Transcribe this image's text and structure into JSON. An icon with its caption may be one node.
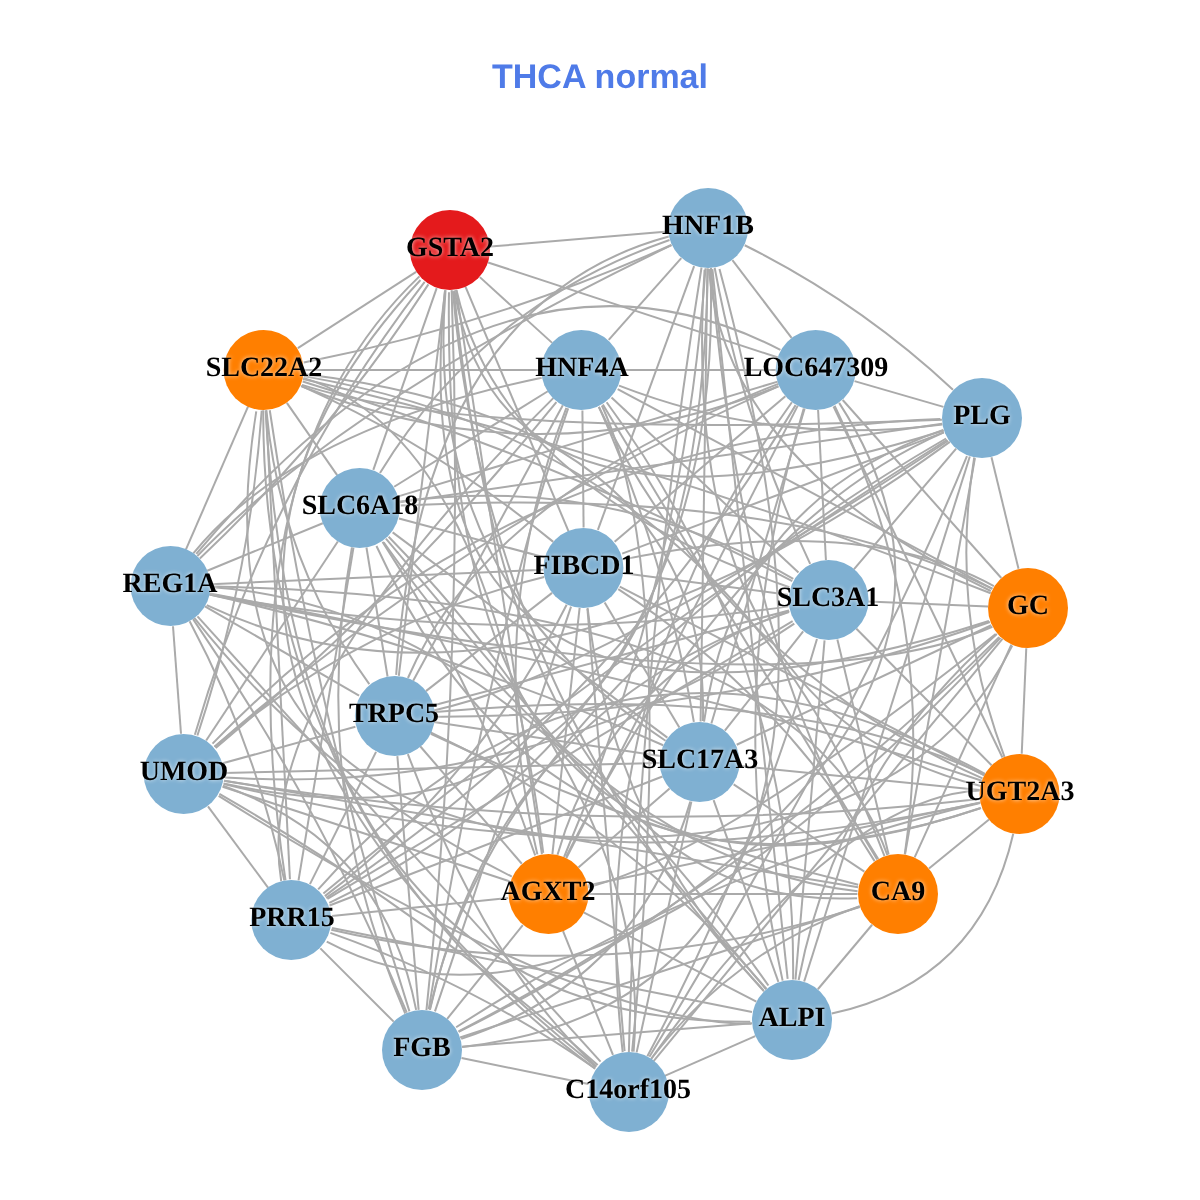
{
  "diagram": {
    "title": "THCA normal",
    "nodes": [
      {
        "text": [
          "GSTA2"
        ]
      },
      {
        "text": [
          "HNF1B"
        ]
      },
      {
        "text": [
          "SLC22A2"
        ]
      },
      {
        "text": [
          "HNF4A"
        ]
      },
      {
        "text": [
          "LOC647309"
        ]
      },
      {
        "text": [
          "PLG"
        ]
      },
      {
        "text": [
          "SLC6A18"
        ]
      },
      {
        "text": [
          "REG1A"
        ]
      },
      {
        "text": [
          "FIBCD1"
        ]
      },
      {
        "text": [
          "SLC3A1"
        ]
      },
      {
        "text": [
          "GC"
        ]
      },
      {
        "text": [
          "TRPC5"
        ]
      },
      {
        "text": [
          "UMOD"
        ]
      },
      {
        "text": [
          "SLC17A3"
        ]
      },
      {
        "text": [
          "UGT2A3"
        ]
      },
      {
        "text": [
          "PRR15"
        ]
      },
      {
        "text": [
          "AGXT2"
        ]
      },
      {
        "text": [
          "CA9"
        ]
      },
      {
        "text": [
          "ALPI"
        ]
      },
      {
        "text": [
          "FGB"
        ]
      },
      {
        "text": [
          "C14orf105"
        ]
      }
    ],
    "edges": [
      {
        "from": 0,
        "to": 1,
        "arrow": "none"
      },
      {
        "from": 0,
        "to": 2,
        "arrow": "none"
      },
      {
        "from": 0,
        "to": 3,
        "arrow": "none"
      },
      {
        "from": 0,
        "to": 4,
        "arrow": "none"
      },
      {
        "from": 0,
        "to": 5,
        "arrow": "none"
      },
      {
        "from": 0,
        "to": 6,
        "arrow": "none"
      },
      {
        "from": 0,
        "to": 7,
        "arrow": "none"
      },
      {
        "from": 0,
        "to": 8,
        "arrow": "none"
      },
      {
        "from": 0,
        "to": 9,
        "arrow": "none"
      },
      {
        "from": 0,
        "to": 10,
        "arrow": "none"
      },
      {
        "from": 0,
        "to": 11,
        "arrow": "none"
      },
      {
        "from": 0,
        "to": 12,
        "arrow": "none"
      },
      {
        "from": 0,
        "to": 13,
        "arrow": "none"
      },
      {
        "from": 0,
        "to": 14,
        "arrow": "none"
      },
      {
        "from": 0,
        "to": 15,
        "arrow": "none"
      },
      {
        "from": 0,
        "to": 16,
        "arrow": "none"
      },
      {
        "from": 0,
        "to": 17,
        "arrow": "none"
      },
      {
        "from": 0,
        "to": 18,
        "arrow": "none"
      },
      {
        "from": 0,
        "to": 19,
        "arrow": "none"
      },
      {
        "from": 0,
        "to": 20,
        "arrow": "none"
      },
      {
        "from": 1,
        "to": 2,
        "arrow": "none"
      },
      {
        "from": 1,
        "to": 3,
        "arrow": "none"
      },
      {
        "from": 1,
        "to": 4,
        "arrow": "none"
      },
      {
        "from": 1,
        "to": 5,
        "arrow": "none"
      },
      {
        "from": 1,
        "to": 6,
        "arrow": "none"
      },
      {
        "from": 1,
        "to": 7,
        "arrow": "none"
      },
      {
        "from": 1,
        "to": 8,
        "arrow": "none"
      },
      {
        "from": 1,
        "to": 9,
        "arrow": "none"
      },
      {
        "from": 1,
        "to": 10,
        "arrow": "none"
      },
      {
        "from": 1,
        "to": 11,
        "arrow": "none"
      },
      {
        "from": 1,
        "to": 12,
        "arrow": "none"
      },
      {
        "from": 1,
        "to": 13,
        "arrow": "none"
      },
      {
        "from": 1,
        "to": 14,
        "arrow": "none"
      },
      {
        "from": 1,
        "to": 15,
        "arrow": "none"
      },
      {
        "from": 1,
        "to": 16,
        "arrow": "none"
      },
      {
        "from": 1,
        "to": 17,
        "arrow": "none"
      },
      {
        "from": 1,
        "to": 18,
        "arrow": "none"
      },
      {
        "from": 1,
        "to": 19,
        "arrow": "none"
      },
      {
        "from": 1,
        "to": 20,
        "arrow": "none"
      },
      {
        "from": 2,
        "to": 3,
        "arrow": "none"
      },
      {
        "from": 2,
        "to": 4,
        "arrow": "none"
      },
      {
        "from": 2,
        "to": 5,
        "arrow": "none"
      },
      {
        "from": 2,
        "to": 6,
        "arrow": "none"
      },
      {
        "from": 2,
        "to": 7,
        "arrow": "none"
      },
      {
        "from": 2,
        "to": 8,
        "arrow": "none"
      },
      {
        "from": 2,
        "to": 9,
        "arrow": "none"
      },
      {
        "from": 2,
        "to": 10,
        "arrow": "none"
      },
      {
        "from": 2,
        "to": 11,
        "arrow": "none"
      },
      {
        "from": 2,
        "to": 12,
        "arrow": "none"
      },
      {
        "from": 2,
        "to": 13,
        "arrow": "none"
      },
      {
        "from": 2,
        "to": 14,
        "arrow": "none"
      },
      {
        "from": 2,
        "to": 15,
        "arrow": "none"
      },
      {
        "from": 2,
        "to": 16,
        "arrow": "none"
      },
      {
        "from": 2,
        "to": 17,
        "arrow": "none"
      },
      {
        "from": 2,
        "to": 18,
        "arrow": "none"
      },
      {
        "from": 2,
        "to": 19,
        "arrow": "none"
      },
      {
        "from": 2,
        "to": 20,
        "arrow": "none"
      },
      {
        "from": 3,
        "to": 4,
        "arrow": "none"
      },
      {
        "from": 3,
        "to": 5,
        "arrow": "none"
      },
      {
        "from": 3,
        "to": 6,
        "arrow": "none"
      },
      {
        "from": 3,
        "to": 7,
        "arrow": "none"
      },
      {
        "from": 3,
        "to": 8,
        "arrow": "none"
      },
      {
        "from": 3,
        "to": 9,
        "arrow": "none"
      },
      {
        "from": 3,
        "to": 10,
        "arrow": "none"
      },
      {
        "from": 3,
        "to": 11,
        "arrow": "none"
      },
      {
        "from": 3,
        "to": 12,
        "arrow": "none"
      },
      {
        "from": 3,
        "to": 13,
        "arrow": "none"
      },
      {
        "from": 3,
        "to": 14,
        "arrow": "none"
      },
      {
        "from": 3,
        "to": 15,
        "arrow": "none"
      },
      {
        "from": 3,
        "to": 16,
        "arrow": "none"
      },
      {
        "from": 3,
        "to": 17,
        "arrow": "none"
      },
      {
        "from": 3,
        "to": 18,
        "arrow": "none"
      },
      {
        "from": 3,
        "to": 19,
        "arrow": "none"
      },
      {
        "from": 3,
        "to": 20,
        "arrow": "none"
      },
      {
        "from": 4,
        "to": 5,
        "arrow": "none"
      },
      {
        "from": 4,
        "to": 6,
        "arrow": "none"
      },
      {
        "from": 4,
        "to": 7,
        "arrow": "none"
      },
      {
        "from": 4,
        "to": 8,
        "arrow": "none"
      },
      {
        "from": 4,
        "to": 9,
        "arrow": "none"
      },
      {
        "from": 4,
        "to": 10,
        "arrow": "none"
      },
      {
        "from": 4,
        "to": 11,
        "arrow": "none"
      },
      {
        "from": 4,
        "to": 12,
        "arrow": "none"
      },
      {
        "from": 4,
        "to": 13,
        "arrow": "none"
      },
      {
        "from": 4,
        "to": 14,
        "arrow": "none"
      },
      {
        "from": 4,
        "to": 15,
        "arrow": "none"
      },
      {
        "from": 4,
        "to": 16,
        "arrow": "none"
      },
      {
        "from": 4,
        "to": 17,
        "arrow": "none"
      },
      {
        "from": 4,
        "to": 18,
        "arrow": "none"
      },
      {
        "from": 4,
        "to": 19,
        "arrow": "none"
      },
      {
        "from": 4,
        "to": 20,
        "arrow": "none"
      },
      {
        "from": 5,
        "to": 6,
        "arrow": "none"
      },
      {
        "from": 5,
        "to": 7,
        "arrow": "none"
      },
      {
        "from": 5,
        "to": 8,
        "arrow": "none"
      },
      {
        "from": 5,
        "to": 9,
        "arrow": "none"
      },
      {
        "from": 5,
        "to": 10,
        "arrow": "none"
      },
      {
        "from": 5,
        "to": 11,
        "arrow": "none"
      },
      {
        "from": 5,
        "to": 12,
        "arrow": "none"
      },
      {
        "from": 5,
        "to": 13,
        "arrow": "none"
      },
      {
        "from": 5,
        "to": 14,
        "arrow": "none"
      },
      {
        "from": 5,
        "to": 15,
        "arrow": "none"
      },
      {
        "from": 5,
        "to": 16,
        "arrow": "none"
      },
      {
        "from": 5,
        "to": 17,
        "arrow": "none"
      },
      {
        "from": 5,
        "to": 18,
        "arrow": "none"
      },
      {
        "from": 5,
        "to": 19,
        "arrow": "none"
      },
      {
        "from": 5,
        "to": 20,
        "arrow": "none"
      },
      {
        "from": 6,
        "to": 7,
        "arrow": "none"
      },
      {
        "from": 6,
        "to": 8,
        "arrow": "none"
      },
      {
        "from": 6,
        "to": 9,
        "arrow": "none"
      },
      {
        "from": 6,
        "to": 10,
        "arrow": "none"
      },
      {
        "from": 6,
        "to": 11,
        "arrow": "none"
      },
      {
        "from": 6,
        "to": 12,
        "arrow": "none"
      },
      {
        "from": 6,
        "to": 13,
        "arrow": "none"
      },
      {
        "from": 6,
        "to": 14,
        "arrow": "none"
      },
      {
        "from": 6,
        "to": 15,
        "arrow": "none"
      },
      {
        "from": 6,
        "to": 16,
        "arrow": "none"
      },
      {
        "from": 6,
        "to": 17,
        "arrow": "none"
      },
      {
        "from": 6,
        "to": 18,
        "arrow": "none"
      },
      {
        "from": 6,
        "to": 19,
        "arrow": "none"
      },
      {
        "from": 6,
        "to": 20,
        "arrow": "none"
      },
      {
        "from": 7,
        "to": 8,
        "arrow": "none"
      },
      {
        "from": 7,
        "to": 9,
        "arrow": "none"
      },
      {
        "from": 7,
        "to": 10,
        "arrow": "none"
      },
      {
        "from": 7,
        "to": 11,
        "arrow": "none"
      },
      {
        "from": 7,
        "to": 12,
        "arrow": "none"
      },
      {
        "from": 7,
        "to": 13,
        "arrow": "none"
      },
      {
        "from": 7,
        "to": 14,
        "arrow": "none"
      },
      {
        "from": 7,
        "to": 15,
        "arrow": "none"
      },
      {
        "from": 7,
        "to": 16,
        "arrow": "none"
      },
      {
        "from": 7,
        "to": 17,
        "arrow": "none"
      },
      {
        "from": 7,
        "to": 18,
        "arrow": "none"
      },
      {
        "from": 7,
        "to": 19,
        "arrow": "none"
      },
      {
        "from": 7,
        "to": 20,
        "arrow": "none"
      },
      {
        "from": 8,
        "to": 9,
        "arrow": "none"
      },
      {
        "from": 8,
        "to": 10,
        "arrow": "none"
      },
      {
        "from": 8,
        "to": 11,
        "arrow": "none"
      },
      {
        "from": 8,
        "to": 12,
        "arrow": "none"
      },
      {
        "from": 8,
        "to": 13,
        "arrow": "none"
      },
      {
        "from": 8,
        "to": 14,
        "arrow": "none"
      },
      {
        "from": 8,
        "to": 15,
        "arrow": "none"
      },
      {
        "from": 8,
        "to": 16,
        "arrow": "none"
      },
      {
        "from": 8,
        "to": 17,
        "arrow": "none"
      },
      {
        "from": 8,
        "to": 18,
        "arrow": "none"
      },
      {
        "from": 8,
        "to": 19,
        "arrow": "none"
      },
      {
        "from": 8,
        "to": 20,
        "arrow": "none"
      },
      {
        "from": 9,
        "to": 10,
        "arrow": "none"
      },
      {
        "from": 9,
        "to": 11,
        "arrow": "none"
      },
      {
        "from": 9,
        "to": 12,
        "arrow": "none"
      },
      {
        "from": 9,
        "to": 13,
        "arrow": "none"
      },
      {
        "from": 9,
        "to": 14,
        "arrow": "none"
      },
      {
        "from": 9,
        "to": 15,
        "arrow": "none"
      },
      {
        "from": 9,
        "to": 16,
        "arrow": "none"
      },
      {
        "from": 9,
        "to": 17,
        "arrow": "none"
      },
      {
        "from": 9,
        "to": 18,
        "arrow": "none"
      },
      {
        "from": 9,
        "to": 19,
        "arrow": "none"
      },
      {
        "from": 9,
        "to": 20,
        "arrow": "none"
      },
      {
        "from": 10,
        "to": 11,
        "arrow": "none"
      },
      {
        "from": 10,
        "to": 12,
        "arrow": "none"
      },
      {
        "from": 10,
        "to": 13,
        "arrow": "none"
      },
      {
        "from": 10,
        "to": 14,
        "arrow": "none"
      },
      {
        "from": 10,
        "to": 15,
        "arrow": "none"
      },
      {
        "from": 10,
        "to": 16,
        "arrow": "none"
      },
      {
        "from": 10,
        "to": 17,
        "arrow": "none"
      },
      {
        "from": 10,
        "to": 18,
        "arrow": "none"
      },
      {
        "from": 10,
        "to": 19,
        "arrow": "none"
      },
      {
        "from": 10,
        "to": 20,
        "arrow": "none"
      },
      {
        "from": 11,
        "to": 12,
        "arrow": "none"
      },
      {
        "from": 11,
        "to": 13,
        "arrow": "none"
      },
      {
        "from": 11,
        "to": 14,
        "arrow": "none"
      },
      {
        "from": 11,
        "to": 15,
        "arrow": "none"
      },
      {
        "from": 11,
        "to": 16,
        "arrow": "none"
      },
      {
        "from": 11,
        "to": 17,
        "arrow": "none"
      },
      {
        "from": 11,
        "to": 18,
        "arrow": "none"
      },
      {
        "from": 11,
        "to": 19,
        "arrow": "none"
      },
      {
        "from": 11,
        "to": 20,
        "arrow": "none"
      },
      {
        "from": 12,
        "to": 13,
        "arrow": "none"
      },
      {
        "from": 12,
        "to": 14,
        "arrow": "none"
      },
      {
        "from": 12,
        "to": 15,
        "arrow": "none"
      },
      {
        "from": 12,
        "to": 16,
        "arrow": "none"
      },
      {
        "from": 12,
        "to": 17,
        "arrow": "none"
      },
      {
        "from": 12,
        "to": 18,
        "arrow": "none"
      },
      {
        "from": 12,
        "to": 19,
        "arrow": "none"
      },
      {
        "from": 12,
        "to": 20,
        "arrow": "none"
      },
      {
        "from": 13,
        "to": 14,
        "arrow": "none"
      },
      {
        "from": 13,
        "to": 15,
        "arrow": "none"
      },
      {
        "from": 13,
        "to": 16,
        "arrow": "none"
      },
      {
        "from": 13,
        "to": 17,
        "arrow": "none"
      },
      {
        "from": 13,
        "to": 18,
        "arrow": "none"
      },
      {
        "from": 13,
        "to": 19,
        "arrow": "none"
      },
      {
        "from": 13,
        "to": 20,
        "arrow": "none"
      },
      {
        "from": 14,
        "to": 15,
        "arrow": "none"
      },
      {
        "from": 14,
        "to": 16,
        "arrow": "none"
      },
      {
        "from": 14,
        "to": 17,
        "arrow": "none"
      },
      {
        "from": 14,
        "to": 18,
        "arrow": "none"
      },
      {
        "from": 14,
        "to": 19,
        "arrow": "none"
      },
      {
        "from": 14,
        "to": 20,
        "arrow": "none"
      },
      {
        "from": 15,
        "to": 16,
        "arrow": "none"
      },
      {
        "from": 15,
        "to": 17,
        "arrow": "none"
      },
      {
        "from": 15,
        "to": 18,
        "arrow": "none"
      },
      {
        "from": 15,
        "to": 19,
        "arrow": "none"
      },
      {
        "from": 15,
        "to": 20,
        "arrow": "none"
      },
      {
        "from": 16,
        "to": 17,
        "arrow": "none"
      },
      {
        "from": 16,
        "to": 18,
        "arrow": "none"
      },
      {
        "from": 16,
        "to": 19,
        "arrow": "none"
      },
      {
        "from": 16,
        "to": 20,
        "arrow": "none"
      },
      {
        "from": 17,
        "to": 18,
        "arrow": "none"
      },
      {
        "from": 17,
        "to": 19,
        "arrow": "none"
      },
      {
        "from": 17,
        "to": 20,
        "arrow": "none"
      },
      {
        "from": 18,
        "to": 19,
        "arrow": "none"
      },
      {
        "from": 18,
        "to": 20,
        "arrow": "none"
      },
      {
        "from": 19,
        "to": 20,
        "arrow": "none"
      }
    ]
  }
}
